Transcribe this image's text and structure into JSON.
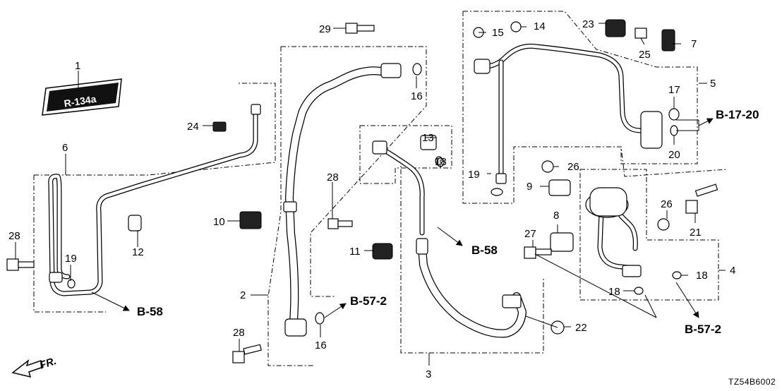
{
  "diagram": {
    "code": "TZ54B6002",
    "front_label": "FR.",
    "label_plate": "R-134a",
    "callouts": [
      "1",
      "2",
      "3",
      "4",
      "5",
      "6",
      "7",
      "8",
      "9",
      "10",
      "11",
      "12",
      "13",
      "14",
      "15",
      "16",
      "16",
      "17",
      "18",
      "18",
      "18",
      "18",
      "19",
      "19",
      "19",
      "20",
      "21",
      "22",
      "23",
      "24",
      "25",
      "26",
      "26",
      "27",
      "28",
      "28",
      "28",
      "29"
    ],
    "refs": [
      "B-58",
      "B-58",
      "B-57-2",
      "B-57-2",
      "B-17-20"
    ]
  }
}
